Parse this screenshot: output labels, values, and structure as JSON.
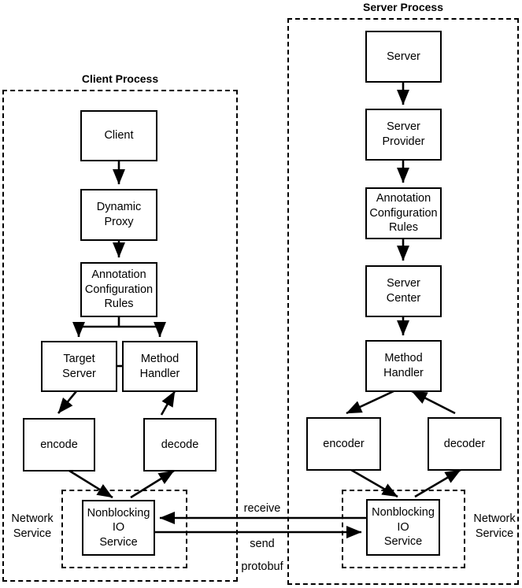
{
  "diagram": {
    "title_client": "Client Process",
    "title_server": "Server Process",
    "stroke_color": "#000000",
    "background_color": "#ffffff"
  },
  "client_process": {
    "label": "Client Process",
    "network_service_label": "Network\nService",
    "nodes": [
      {
        "id": "client",
        "label": "Client"
      },
      {
        "id": "dynamic-proxy",
        "label": "Dynamic\nProxy"
      },
      {
        "id": "annotation-configuration-rules",
        "label": "Annotation\nConfiguration\nRules"
      },
      {
        "id": "target-server",
        "label": "Target\nServer"
      },
      {
        "id": "method-handler",
        "label": "Method\nHandler"
      },
      {
        "id": "encode",
        "label": "encode"
      },
      {
        "id": "decode",
        "label": "decode"
      },
      {
        "id": "nonblocking-io-service",
        "label": "Nonblocking\nIO\nService"
      }
    ]
  },
  "server_process": {
    "label": "Server Process",
    "network_service_label": "Network\nService",
    "nodes": [
      {
        "id": "server",
        "label": "Server"
      },
      {
        "id": "server-provider",
        "label": "Server\nProvider"
      },
      {
        "id": "annotation-configuration-rules",
        "label": "Annotation\nConfiguration\nRules"
      },
      {
        "id": "server-center",
        "label": "Server\nCenter"
      },
      {
        "id": "method-handler",
        "label": "Method\nHandler"
      },
      {
        "id": "encoder",
        "label": "encoder"
      },
      {
        "id": "decoder",
        "label": "decoder"
      },
      {
        "id": "nonblocking-io-service",
        "label": "Nonblocking\nIO\nService"
      }
    ]
  },
  "wire": {
    "receive_label": "receive",
    "send_label": "send",
    "protocol_label": "protobuf"
  }
}
